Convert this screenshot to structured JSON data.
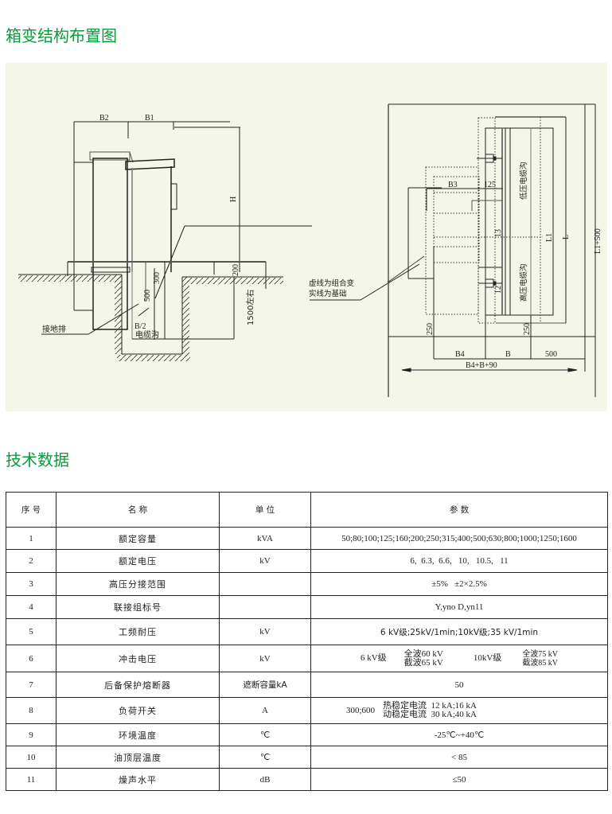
{
  "headings": {
    "layout": "箱变结构布置图",
    "tech": "技术数据"
  },
  "drawing": {
    "side_view": {
      "dim_b2": "B2",
      "dim_b1": "B1",
      "dim_h": "H",
      "dim_300": "300",
      "dim_500": "500",
      "dim_200": "200",
      "dim_1500": "1500左右",
      "dim_b_half": "B/2",
      "cable_trench": "电缆沟",
      "grounding_bar": "接地排"
    },
    "legend": {
      "line1": "虚线为组合变",
      "line2": "实线为基础"
    },
    "plan_view": {
      "dim_b3": "B3",
      "dim_125": "125",
      "dim_13": "13",
      "dim_12": "12",
      "lv_trench": "低压电缆沟",
      "hv_trench": "高压电缆沟",
      "dim_l1": "L1",
      "dim_l": "L",
      "dim_l1_500": "L1+500",
      "dim_250_left": "250",
      "dim_250_right": "250",
      "dim_b4": "B4",
      "dim_b": "B",
      "dim_500": "500",
      "dim_total": "B4+B+90"
    }
  },
  "table": {
    "headers": [
      "序 号",
      "名 称",
      "单 位",
      "参 数"
    ],
    "rows": [
      {
        "no": "1",
        "name": "额定容量",
        "unit": "kVA",
        "value": "50;80;100;125;160;200;250;315;400;500;630;800;1000;1250;1600"
      },
      {
        "no": "2",
        "name": "额定电压",
        "unit": "kV",
        "value": "6,  6.3,  6.6,   10,   10.5,   11"
      },
      {
        "no": "3",
        "name": "高压分接范围",
        "unit": "",
        "value": "±5%   ±2×2.5%"
      },
      {
        "no": "4",
        "name": "联接组标号",
        "unit": "",
        "value": "Y,yno D,yn11"
      },
      {
        "no": "5",
        "name": "工频耐压",
        "unit": "kV",
        "value": "6 kV级;25kV/1min;10kV级;35 kV/1min"
      },
      {
        "no": "6",
        "name": "冲击电压",
        "unit": "kV",
        "value_parts": {
          "class_6": "6 kV级",
          "full_wave_6": "全波60 kV",
          "chopped_wave_6": "截波65 kV",
          "class_10": "10kV级",
          "full_wave_10": "全波75 kV",
          "chopped_wave_10": "截波85 kV"
        }
      },
      {
        "no": "7",
        "name": "后备保护熔断器",
        "unit": "遮断容量kA",
        "value": "50"
      },
      {
        "no": "8",
        "name": "负荷开关",
        "unit": "A",
        "value_parts": {
          "rating": "300;600",
          "thermal": "热稳定电流  12 kA;16 kA",
          "dynamic": "动稳定电流  30 kA;40 kA"
        }
      },
      {
        "no": "9",
        "name": "环境温度",
        "unit": "℃",
        "value": "-25℃~+40℃"
      },
      {
        "no": "10",
        "name": "油顶层温度",
        "unit": "℃",
        "value": "< 85"
      },
      {
        "no": "11",
        "name": "燥声水平",
        "unit": "dB",
        "value": "≤50"
      }
    ]
  },
  "colors": {
    "heading": "#0a9a3c",
    "panel_bg": "#f3f6e8",
    "line": "#222222"
  }
}
